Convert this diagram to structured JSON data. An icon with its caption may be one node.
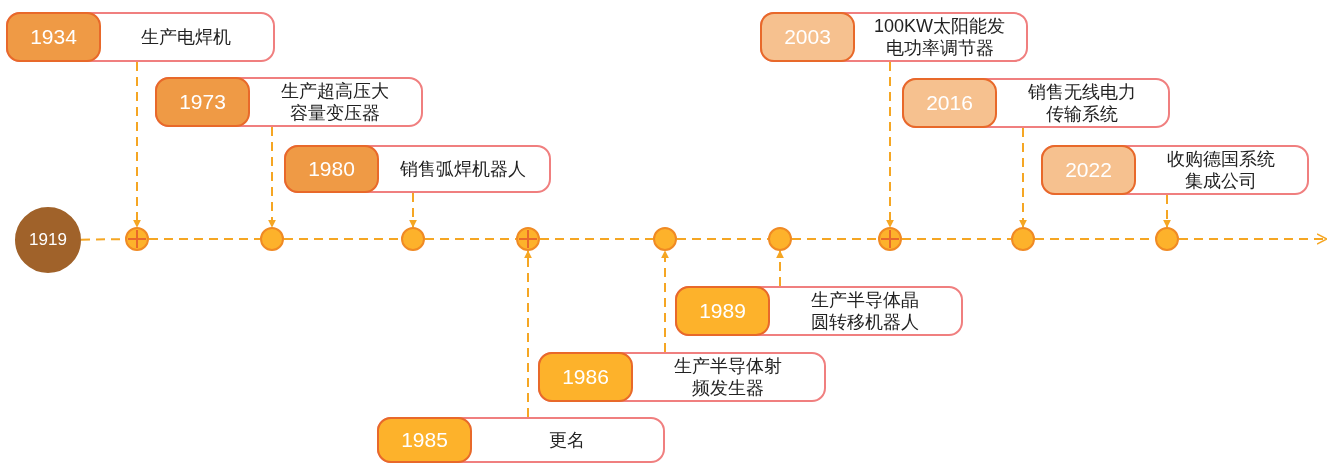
{
  "diagram": {
    "nodes": [
      {
        "text": [
          "1919"
        ]
      },
      {
        "text": [],
        "shape": "circle"
      },
      {
        "text": [],
        "shape": "circle"
      },
      {
        "text": [],
        "shape": "circle"
      },
      {
        "text": [],
        "shape": "circle"
      },
      {
        "text": [],
        "shape": "circle"
      },
      {
        "text": [],
        "shape": "circle"
      },
      {
        "text": [],
        "shape": "circle"
      },
      {
        "text": [],
        "shape": "circle"
      },
      {
        "text": [],
        "shape": "circle"
      },
      {
        "text": [
          "1934",
          "生产电焊机"
        ]
      },
      {
        "text": [
          "1973",
          "生产超高压大容量变压器"
        ]
      },
      {
        "text": [
          "1980",
          "销售弧焊机器人"
        ]
      },
      {
        "text": [
          "1985",
          "更名"
        ]
      },
      {
        "text": [
          "1986",
          "生产半导体射频发生器"
        ]
      },
      {
        "text": [
          "1989",
          "生产半导体晶圆转移机器人"
        ]
      },
      {
        "text": [
          "2003",
          "100KW太阳能发电功率调节器"
        ]
      },
      {
        "text": [
          "2016",
          "销售无线电力传输系统"
        ]
      },
      {
        "text": [
          "2022",
          "收购德国系统集成公司"
        ]
      }
    ],
    "edges": [
      {
        "from": 0,
        "to": 1,
        "arrow": "none",
        "style": "dashed"
      },
      {
        "from": 1,
        "to": 2,
        "arrow": "none",
        "style": "dashed"
      },
      {
        "from": 2,
        "to": 3,
        "arrow": "none",
        "style": "dashed"
      },
      {
        "from": 3,
        "to": 4,
        "arrow": "none",
        "style": "dashed"
      },
      {
        "from": 4,
        "to": 5,
        "arrow": "none",
        "style": "dashed"
      },
      {
        "from": 5,
        "to": 6,
        "arrow": "none",
        "style": "dashed"
      },
      {
        "from": 6,
        "to": 7,
        "arrow": "none",
        "style": "dashed"
      },
      {
        "from": 7,
        "to": 8,
        "arrow": "none",
        "style": "dashed"
      },
      {
        "from": 8,
        "to": 9,
        "arrow": "none",
        "style": "dashed"
      },
      {
        "from": 9,
        "to": null,
        "arrow": "to",
        "style": "dashed"
      },
      {
        "from": 10,
        "to": 1,
        "arrow": "to",
        "style": "dashed"
      },
      {
        "from": 11,
        "to": 2,
        "arrow": "to",
        "style": "dashed"
      },
      {
        "from": 12,
        "to": 3,
        "arrow": "to",
        "style": "dashed"
      },
      {
        "from": 13,
        "to": 4,
        "arrow": "to",
        "style": "dashed"
      },
      {
        "from": 14,
        "to": 5,
        "arrow": "to",
        "style": "dashed"
      },
      {
        "from": 15,
        "to": 6,
        "arrow": "to",
        "style": "dashed"
      },
      {
        "from": 16,
        "to": 7,
        "arrow": "to",
        "style": "dashed"
      },
      {
        "from": 17,
        "to": 8,
        "arrow": "to",
        "style": "dashed"
      },
      {
        "from": 18,
        "to": 9,
        "arrow": "to",
        "style": "dashed"
      }
    ]
  }
}
